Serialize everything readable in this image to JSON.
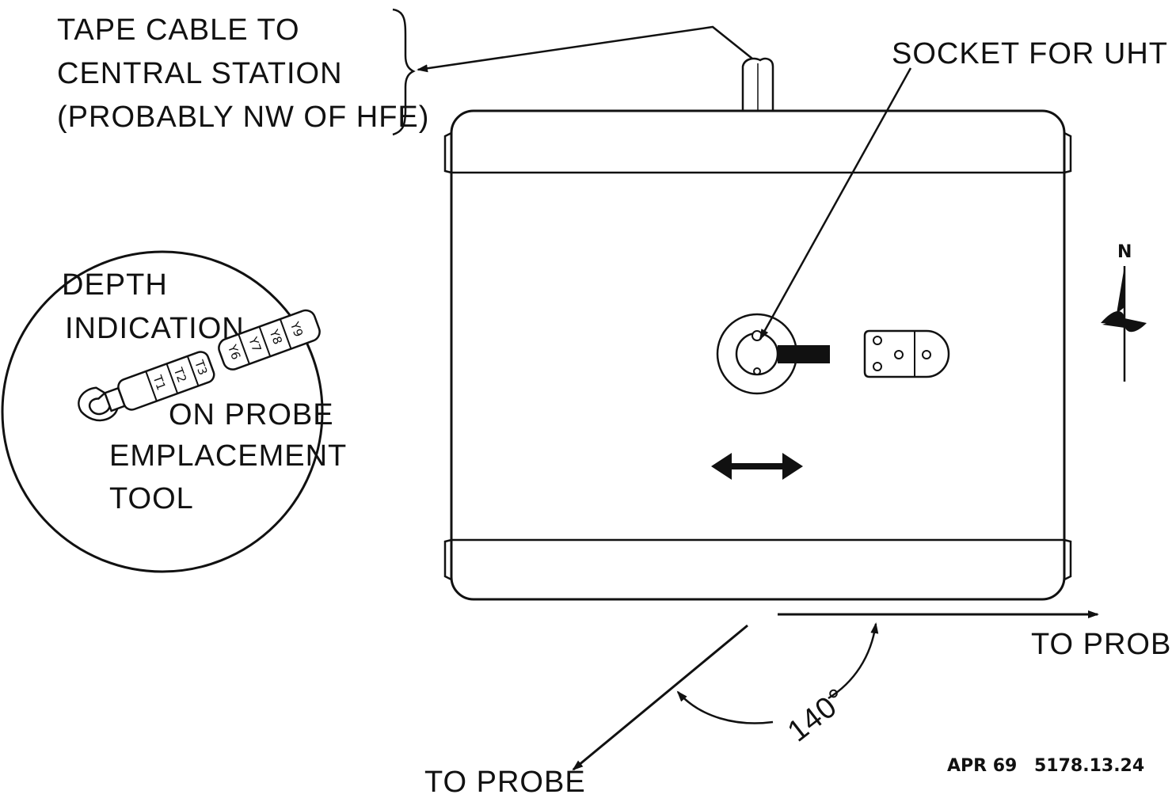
{
  "labels": {
    "tape_cable": [
      "TAPE CABLE TO",
      "CENTRAL STATION",
      "(PROBABLY NW OF HFE)"
    ],
    "socket": "SOCKET FOR UHT",
    "depth": [
      "DEPTH",
      "INDICATION"
    ],
    "on_probe": [
      "ON PROBE",
      "EMPLACEMENT",
      "TOOL"
    ],
    "to_probe_right": "TO PROBE",
    "to_probe_bottom": "TO PROBE",
    "angle": "140°",
    "north": "N",
    "footer_date": "APR 69",
    "footer_code": "5178.13.24"
  },
  "tool_marks": {
    "segment_a": [
      "T1",
      "T2",
      "T3"
    ],
    "segment_b": [
      "Y6",
      "Y7",
      "Y8",
      "Y9"
    ]
  },
  "colors": {
    "ink": "#111111",
    "background": "#ffffff"
  }
}
